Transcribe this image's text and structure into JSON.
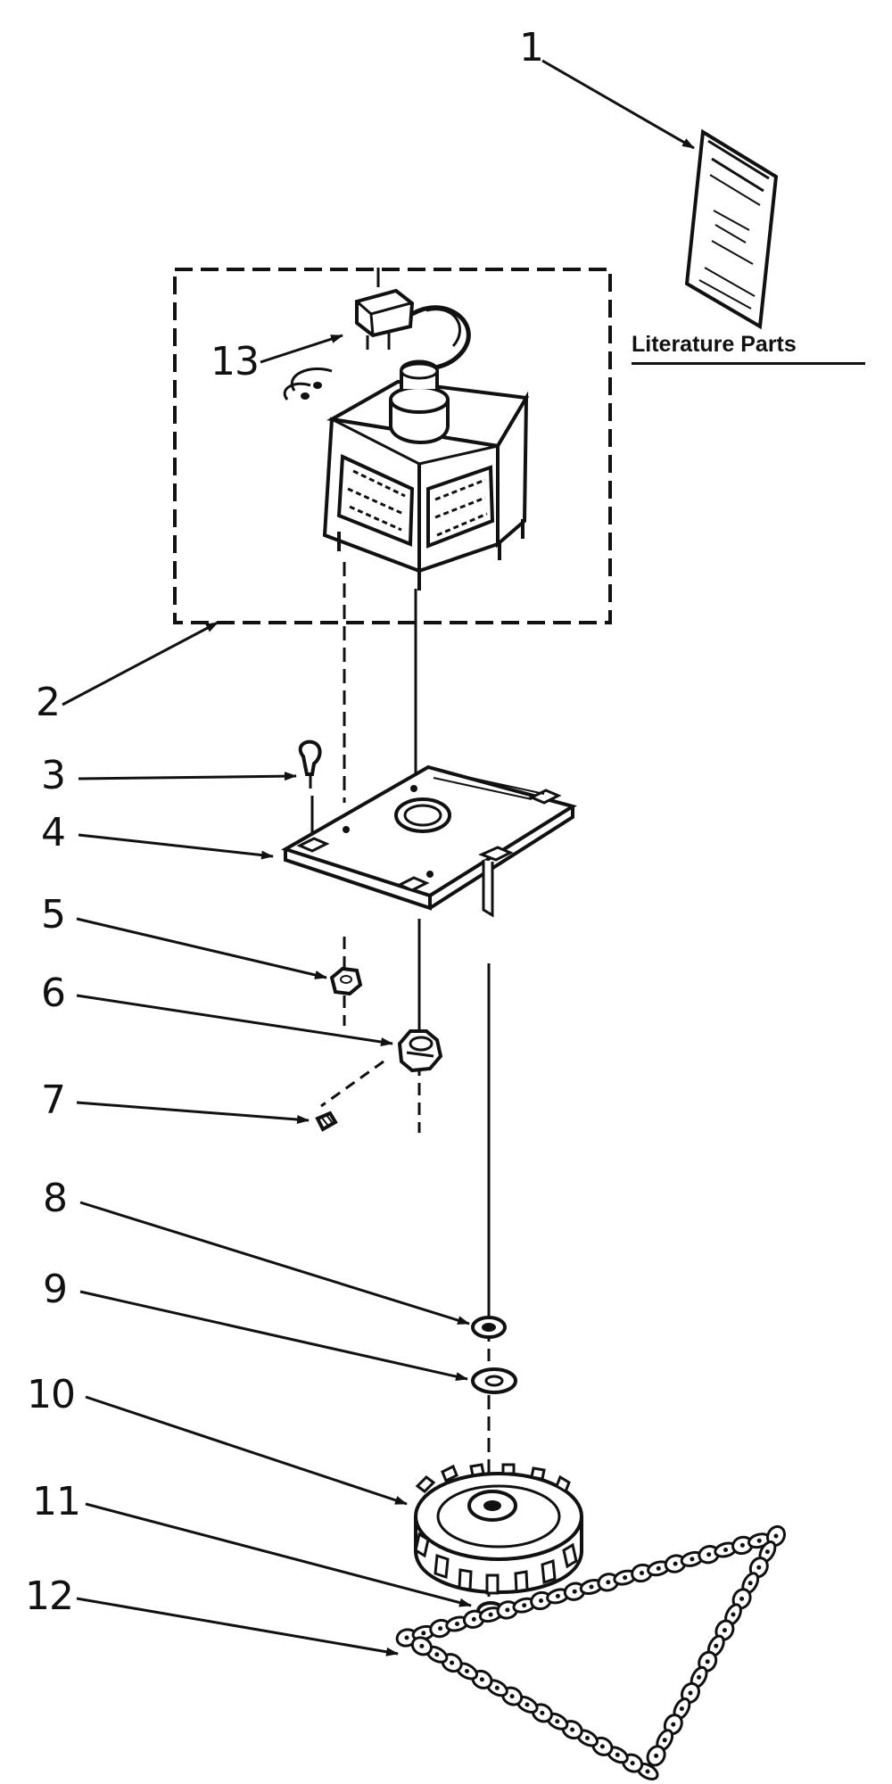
{
  "diagram": {
    "literature_label": "Literature Parts",
    "callouts": [
      {
        "id": "1",
        "label": "1"
      },
      {
        "id": "2",
        "label": "2"
      },
      {
        "id": "3",
        "label": "3"
      },
      {
        "id": "4",
        "label": "4"
      },
      {
        "id": "5",
        "label": "5"
      },
      {
        "id": "6",
        "label": "6"
      },
      {
        "id": "7",
        "label": "7"
      },
      {
        "id": "8",
        "label": "8"
      },
      {
        "id": "9",
        "label": "9"
      },
      {
        "id": "10",
        "label": "10"
      },
      {
        "id": "11",
        "label": "11"
      },
      {
        "id": "12",
        "label": "12"
      },
      {
        "id": "13",
        "label": "13"
      }
    ],
    "colors": {
      "ink": "#111111",
      "paper": "#ffffff"
    }
  }
}
